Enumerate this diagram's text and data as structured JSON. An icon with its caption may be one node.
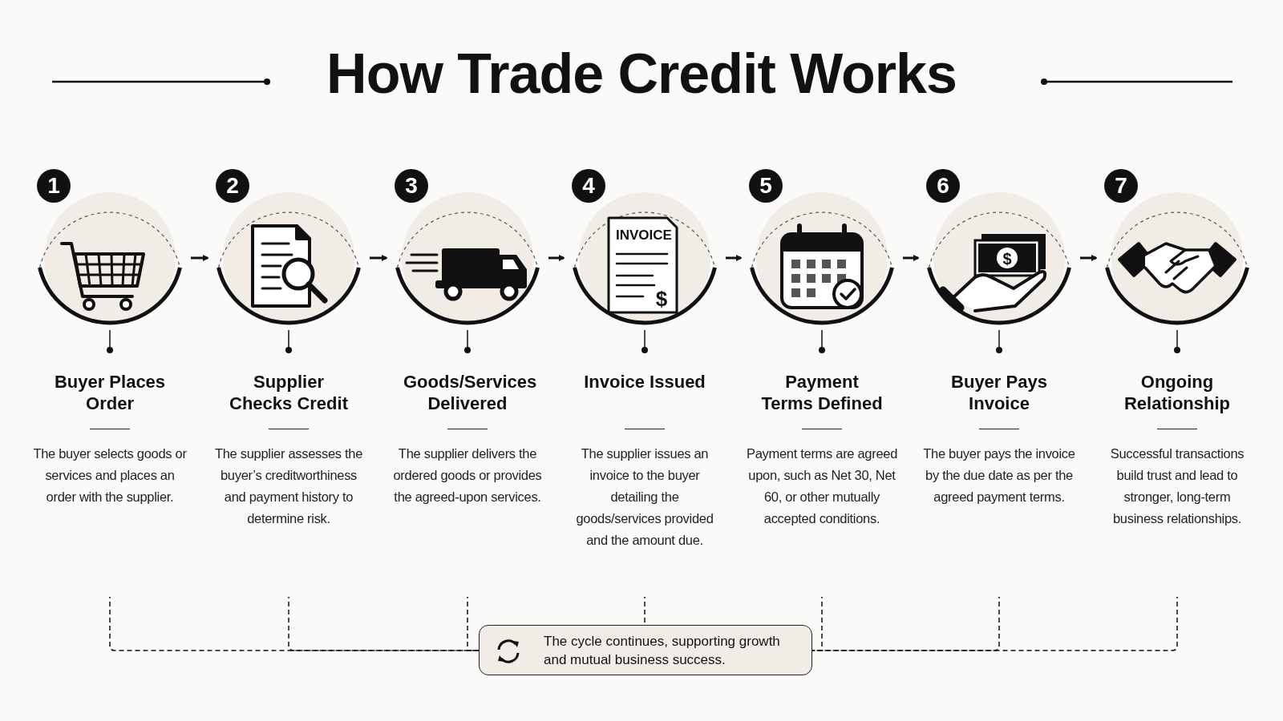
{
  "diagram": {
    "title": "How Trade Credit Works",
    "nodes": [
      {
        "text": [
          "1",
          "Buyer Places Order",
          "The buyer selects goods or services and places an order with the supplier."
        ]
      },
      {
        "text": [
          "2",
          "Supplier Checks Credit",
          "The supplier assesses the buyer’s creditworthiness and payment history to determine risk."
        ]
      },
      {
        "text": [
          "3",
          "Goods/Services Delivered",
          "The supplier delivers the ordered goods or provides the agreed-upon services."
        ]
      },
      {
        "text": [
          "4",
          "Invoice Issued",
          "The supplier issues an invoice to the buyer detailing the goods/services provided and the amount due."
        ]
      },
      {
        "text": [
          "5",
          "Payment Terms Defined",
          "Payment terms are agreed upon, such as Net 30, Net 60, or other mutually accepted conditions."
        ]
      },
      {
        "text": [
          "6",
          "Buyer Pays Invoice",
          "The buyer pays the invoice by the due date as per the agreed payment terms."
        ]
      },
      {
        "text": [
          "7",
          "Ongoing Relationship",
          "Successful transactions build trust and lead to stronger, long-term business relationships."
        ]
      },
      {
        "text": [
          "The cycle continues, supporting growth and mutual business success."
        ]
      }
    ],
    "edges": [
      {
        "from": 0,
        "to": 1,
        "arrow": "to"
      },
      {
        "from": 1,
        "to": 2,
        "arrow": "to"
      },
      {
        "from": 2,
        "to": 3,
        "arrow": "to"
      },
      {
        "from": 3,
        "to": 4,
        "arrow": "to"
      },
      {
        "from": 4,
        "to": 5,
        "arrow": "to"
      },
      {
        "from": 5,
        "to": 6,
        "arrow": "to"
      },
      {
        "from": 0,
        "to": 7,
        "arrow": "other",
        "style": "dashed"
      },
      {
        "from": 1,
        "to": 7,
        "arrow": "other",
        "style": "dashed"
      },
      {
        "from": 2,
        "to": 7,
        "arrow": "other",
        "style": "dashed"
      },
      {
        "from": 3,
        "to": 7,
        "arrow": "none",
        "style": "dashed"
      },
      {
        "from": 4,
        "to": 7,
        "arrow": "other",
        "style": "dashed"
      },
      {
        "from": 5,
        "to": 7,
        "arrow": "other",
        "style": "dashed"
      },
      {
        "from": 6,
        "to": 7,
        "arrow": "other",
        "style": "dashed"
      }
    ],
    "labels": [
      "INVOICE",
      "$",
      "$"
    ]
  }
}
